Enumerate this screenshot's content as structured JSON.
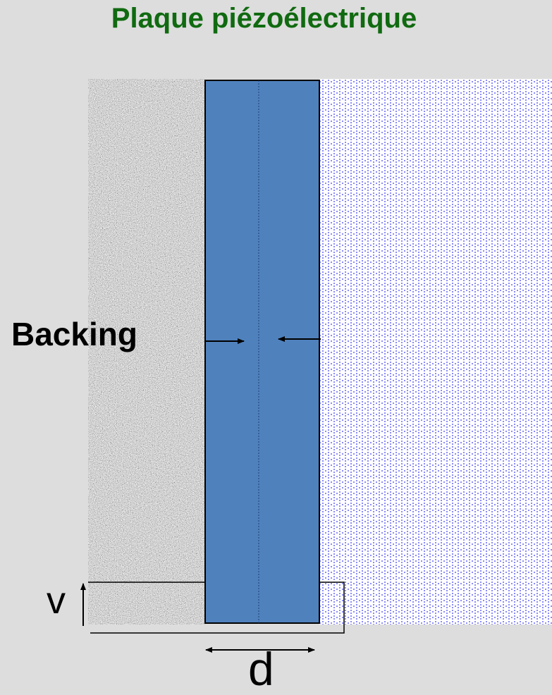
{
  "title": "Plaque piézoélectrique",
  "labels": {
    "backing": "Backing",
    "v": "v",
    "d": "d"
  },
  "colors": {
    "background": "#dddddd",
    "title": "#106a10",
    "plate": "#4f81bd",
    "medium_pattern": "#3a3af0",
    "backing_texture": "#9a9a9a"
  },
  "regions": [
    {
      "name": "backing",
      "fill": "gray noise texture"
    },
    {
      "name": "piezoelectric-plate",
      "fill": "solid blue",
      "center_line": "dotted"
    },
    {
      "name": "propagation-medium",
      "fill": "blue dotted pattern"
    }
  ]
}
